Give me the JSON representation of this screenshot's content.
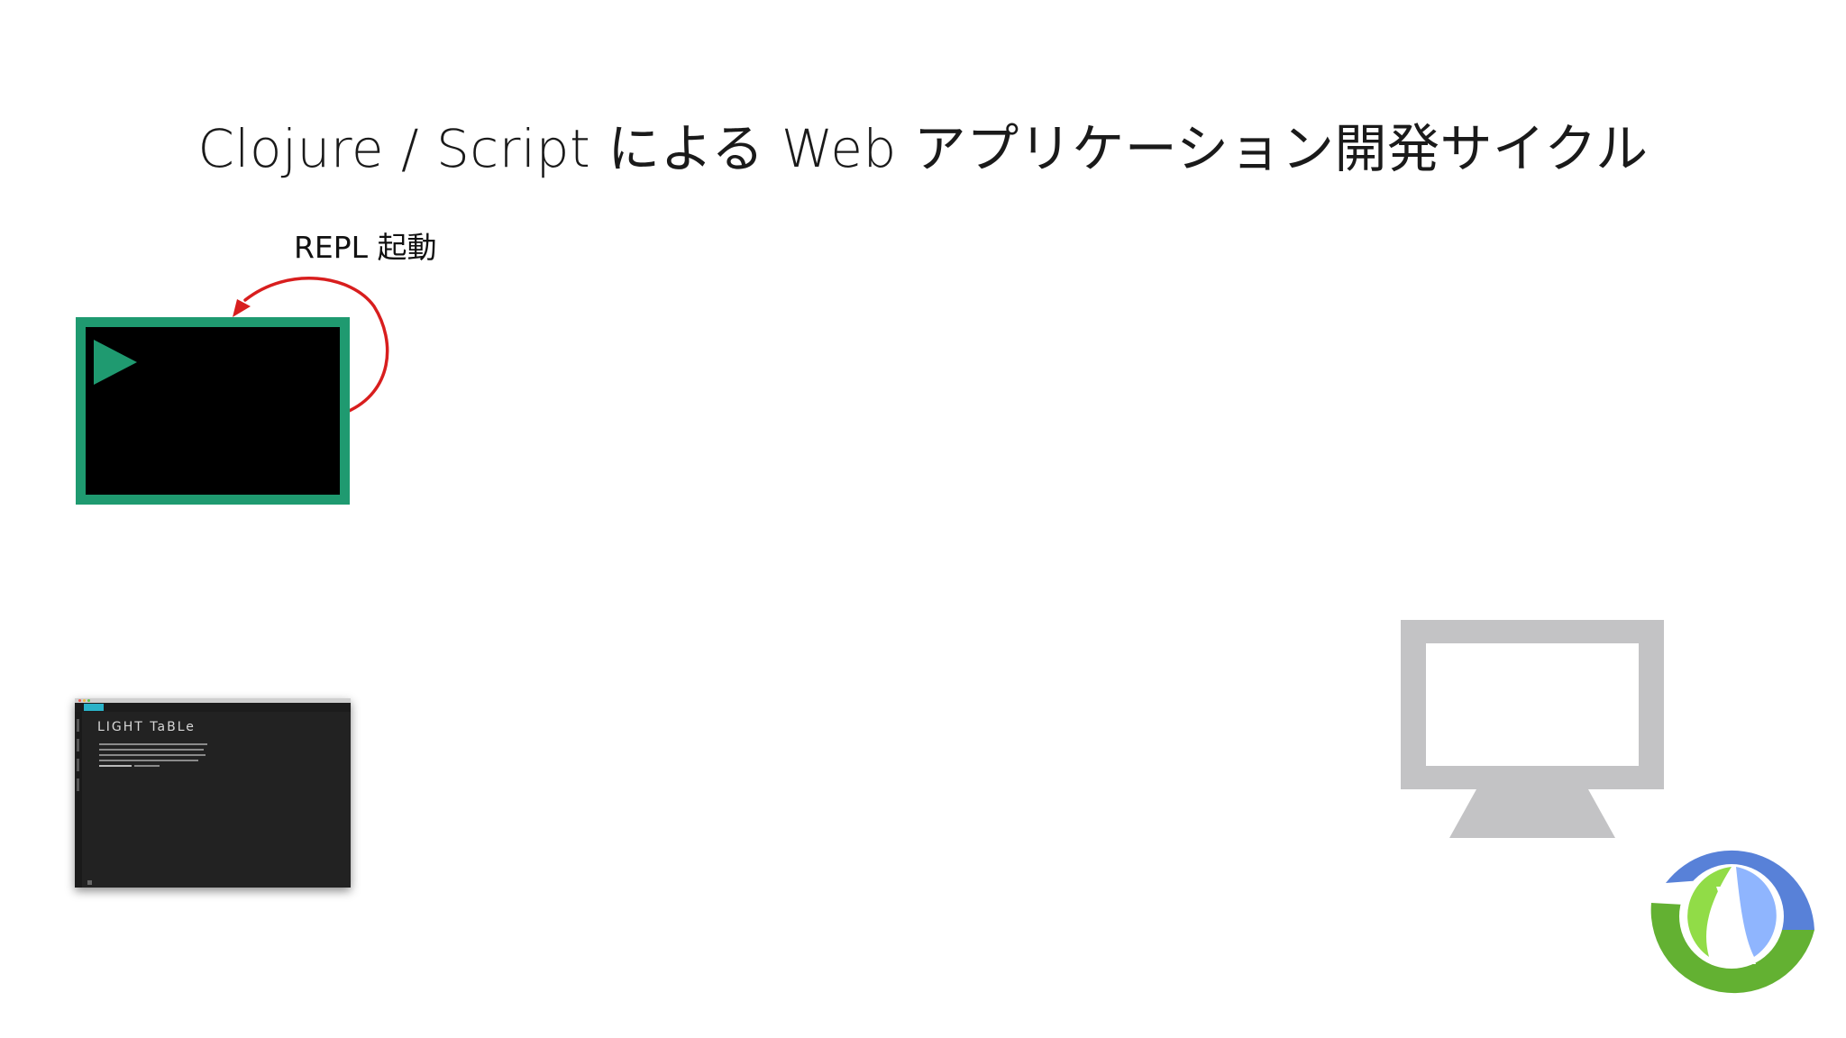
{
  "slide": {
    "title": "Clojure / Script による Web アプリケーション開発サイクル",
    "repl_label": "REPL 起動",
    "editor_logo_text": "LIGHT TaBLe"
  },
  "colors": {
    "terminal_border": "#1f9a70",
    "terminal_background": "#000000",
    "arrow": "#d81e1e",
    "monitor": "#c3c3c5",
    "clojure_green": "#63b132",
    "clojure_blue": "#5881d8",
    "clojure_light_green": "#91dc47",
    "clojure_light_blue": "#8fb5fe"
  },
  "icons": {
    "terminal": "play-icon",
    "monitor": "monitor-icon",
    "logo": "clojure-logo"
  }
}
